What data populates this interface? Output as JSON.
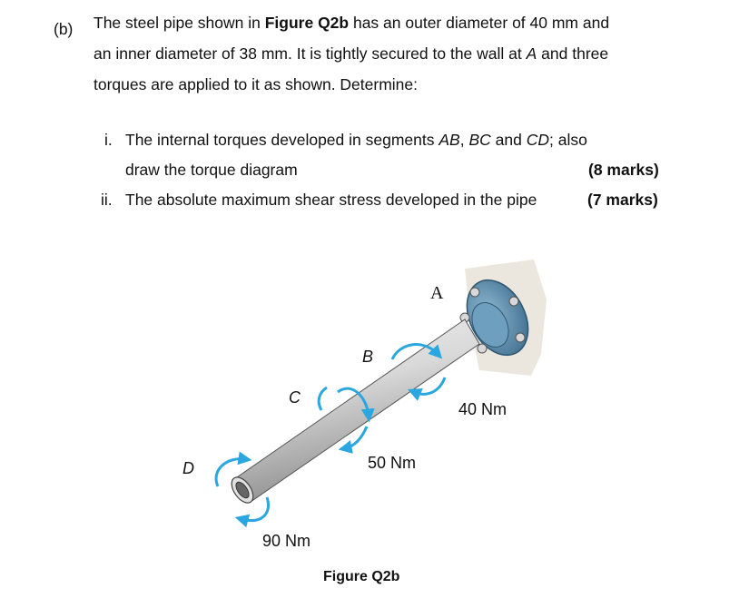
{
  "question": {
    "part_label": "(b)",
    "line1": [
      "The steel pipe shown in ",
      "Figure Q2b",
      " has an outer diameter of 40 mm and"
    ],
    "line2": [
      "an inner diameter of 38 mm. It is tightly secured to the wall at ",
      "A",
      " and three"
    ],
    "line3": "torques are applied to it as shown. Determine:",
    "items": [
      {
        "num": "i.",
        "text_a": "The internal torques developed in segments ",
        "seg1": "AB",
        "sep1": ", ",
        "seg2": "BC",
        "sep2": " and ",
        "seg3": "CD",
        "text_b": "; also",
        "cont": "draw the torque diagram",
        "marks": "(8 marks)"
      },
      {
        "num": "ii.",
        "text": "The absolute maximum shear stress developed in the pipe",
        "marks": "(7 marks)"
      }
    ]
  },
  "figure": {
    "labels": {
      "A": "A",
      "B": "B",
      "C": "C",
      "D": "D"
    },
    "torques": {
      "t40": "40 Nm",
      "t50": "50 Nm",
      "t90": "90 Nm"
    },
    "caption": "Figure Q2b",
    "colors": {
      "arrow": "#2aa7e0",
      "flange": "#5b8fae",
      "pipe": "#c9c9c9",
      "wall": "#e8e4dc"
    }
  }
}
